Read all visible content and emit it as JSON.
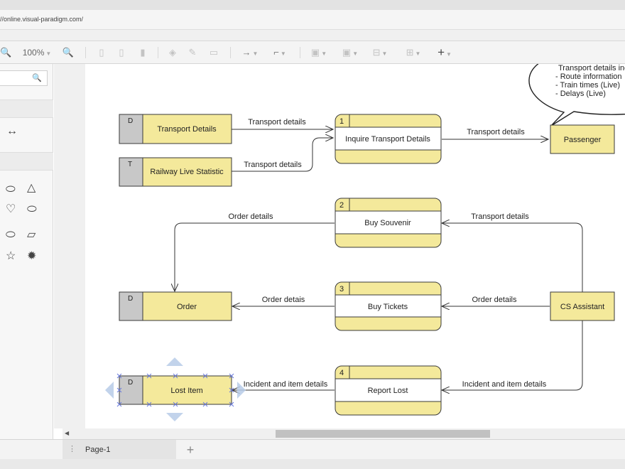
{
  "browser": {
    "url": "//online.visual-paradigm.com/"
  },
  "toolbar": {
    "zoom_out_icon": "🔍",
    "zoom_level": "100%",
    "zoom_in_icon": "🔍",
    "add_label": "+"
  },
  "left_panel": {
    "search_icon": "🔍",
    "connector_glyph": "↔",
    "shapes": [
      "⬭",
      "△",
      "♡",
      "⬭",
      "⬭",
      "▱",
      "☆",
      "✹"
    ]
  },
  "diagram": {
    "data_stores": [
      {
        "id": "D",
        "name": "Transport Details"
      },
      {
        "id": "T",
        "name": "Railway Live Statistic"
      },
      {
        "id": "D",
        "name": "Order"
      },
      {
        "id": "D",
        "name": "Lost Item"
      }
    ],
    "processes": [
      {
        "number": "1",
        "name": "Inquire Transport Details"
      },
      {
        "number": "2",
        "name": "Buy Souvenir"
      },
      {
        "number": "3",
        "name": "Buy Tickets"
      },
      {
        "number": "4",
        "name": "Report Lost"
      }
    ],
    "external_entities": [
      {
        "name": "Passenger"
      },
      {
        "name": "CS Assistant"
      }
    ],
    "flows": [
      {
        "label": "Transport details"
      },
      {
        "label": "Transport details"
      },
      {
        "label": "Transport details"
      },
      {
        "label": "Order details"
      },
      {
        "label": "Transport details"
      },
      {
        "label": "Order detais"
      },
      {
        "label": "Order details"
      },
      {
        "label": "Incident and item details"
      },
      {
        "label": "Incident and item details"
      }
    ],
    "callout": {
      "lines": [
        "Transport details include",
        "- Route information",
        "- Train times (Live)",
        "- Delays (Live)"
      ]
    }
  },
  "status_bar": {
    "menu_icon": "⋮",
    "page_name": "Page-1",
    "add_page_label": "+"
  },
  "colors": {
    "shape_fill": "#f4e99b",
    "shape_stroke": "#3a3a3a",
    "store_id_fill": "#c8c8c8",
    "selection": "#b7cbe8"
  }
}
